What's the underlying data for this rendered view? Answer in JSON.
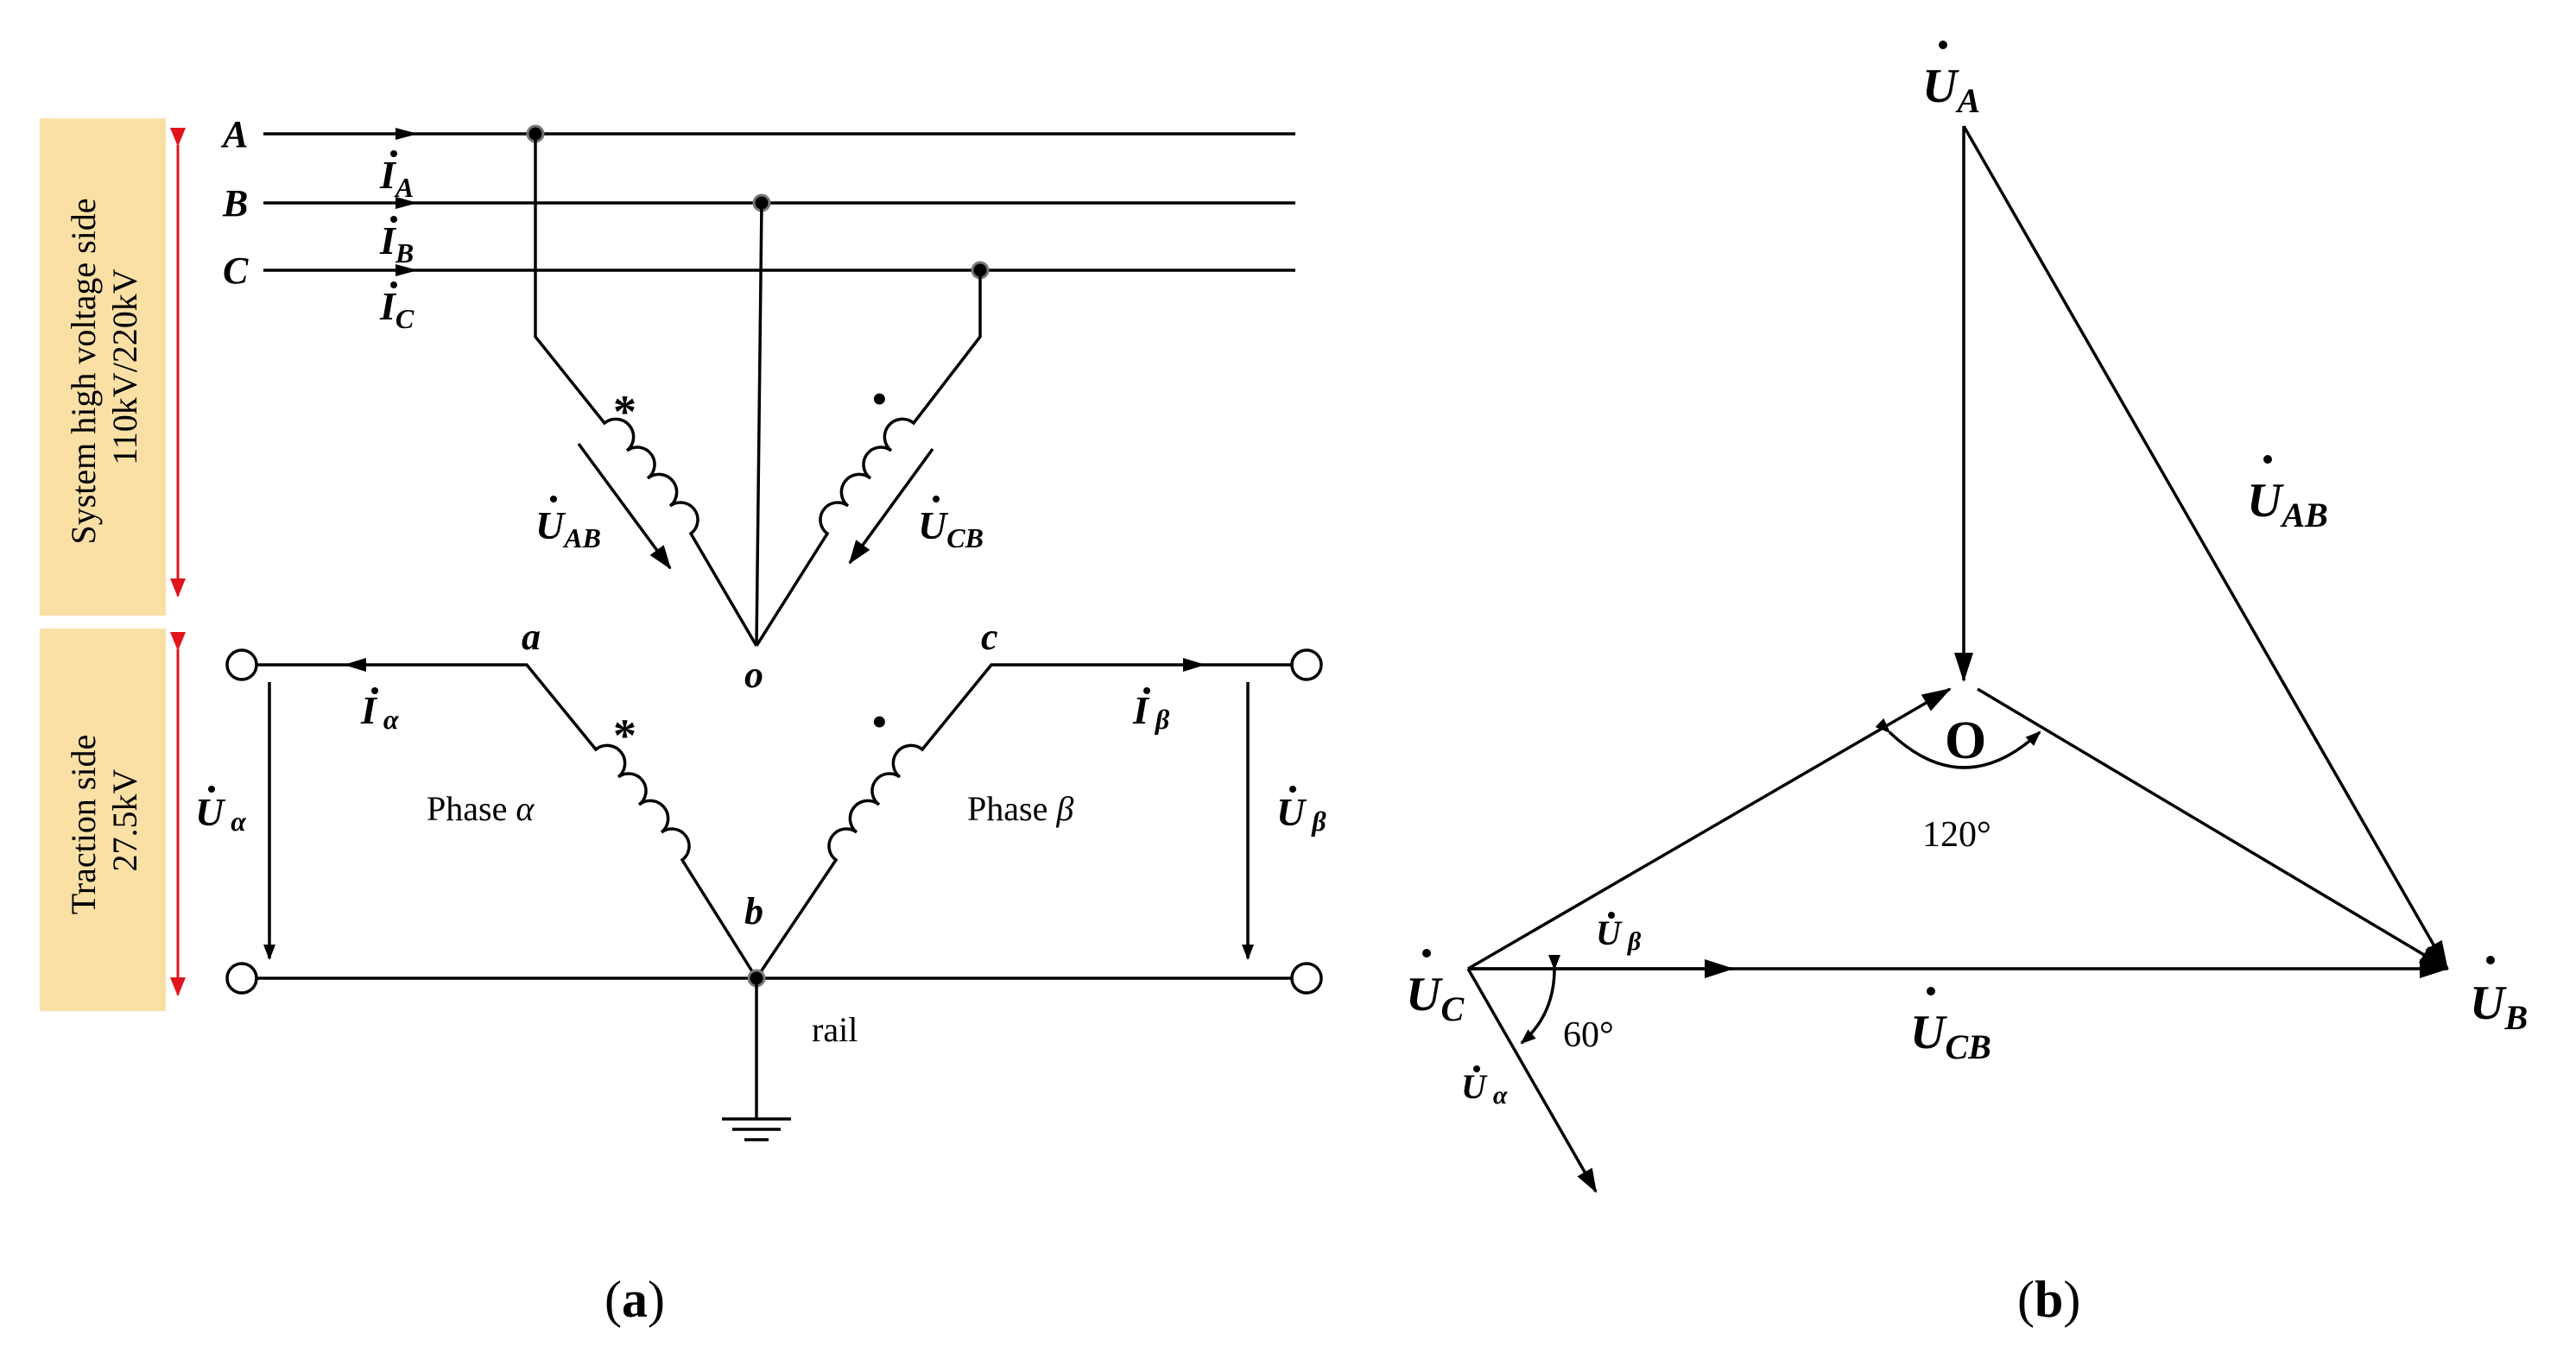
{
  "panel_a": {
    "caption_open": "(",
    "caption_letter": "a",
    "caption_close": ")",
    "side_high_voltage": {
      "line1": "System high voltage side",
      "line2": "110kV/220kV"
    },
    "side_traction": {
      "line1": "Traction side",
      "line2": "27.5kV"
    },
    "bus_labels": [
      "A",
      "B",
      "C"
    ],
    "currents": [
      {
        "base": "I",
        "sub": "A"
      },
      {
        "base": "I",
        "sub": "B"
      },
      {
        "base": "I",
        "sub": "C"
      },
      {
        "base": "I",
        "sub": "α"
      },
      {
        "base": "I",
        "sub": "β"
      }
    ],
    "voltages": [
      {
        "base": "U",
        "sub": "AB"
      },
      {
        "base": "U",
        "sub": "CB"
      },
      {
        "base": "U",
        "sub": "α"
      },
      {
        "base": "U",
        "sub": "β"
      }
    ],
    "node_labels": {
      "o": "o",
      "a": "a",
      "b": "b",
      "c": "c"
    },
    "polarity_star": "*",
    "polarity_dot": "•",
    "phase_alpha": {
      "word": "Phase",
      "symbol": "α"
    },
    "phase_beta": {
      "word": "Phase",
      "symbol": "β"
    },
    "rail": "rail",
    "colors": {
      "band": "#fbe0a6",
      "arrow": "#e0141e"
    }
  },
  "panel_b": {
    "caption_open": "(",
    "caption_letter": "b",
    "caption_close": ")",
    "phasors": [
      {
        "base": "U",
        "sub": "A"
      },
      {
        "base": "U",
        "sub": "B"
      },
      {
        "base": "U",
        "sub": "C"
      },
      {
        "base": "U",
        "sub": "AB"
      },
      {
        "base": "U",
        "sub": "CB"
      },
      {
        "base": "U",
        "sub": "β"
      },
      {
        "base": "U",
        "sub": "α"
      }
    ],
    "origin": "O",
    "angle_large": "120°",
    "angle_small": "60°"
  }
}
